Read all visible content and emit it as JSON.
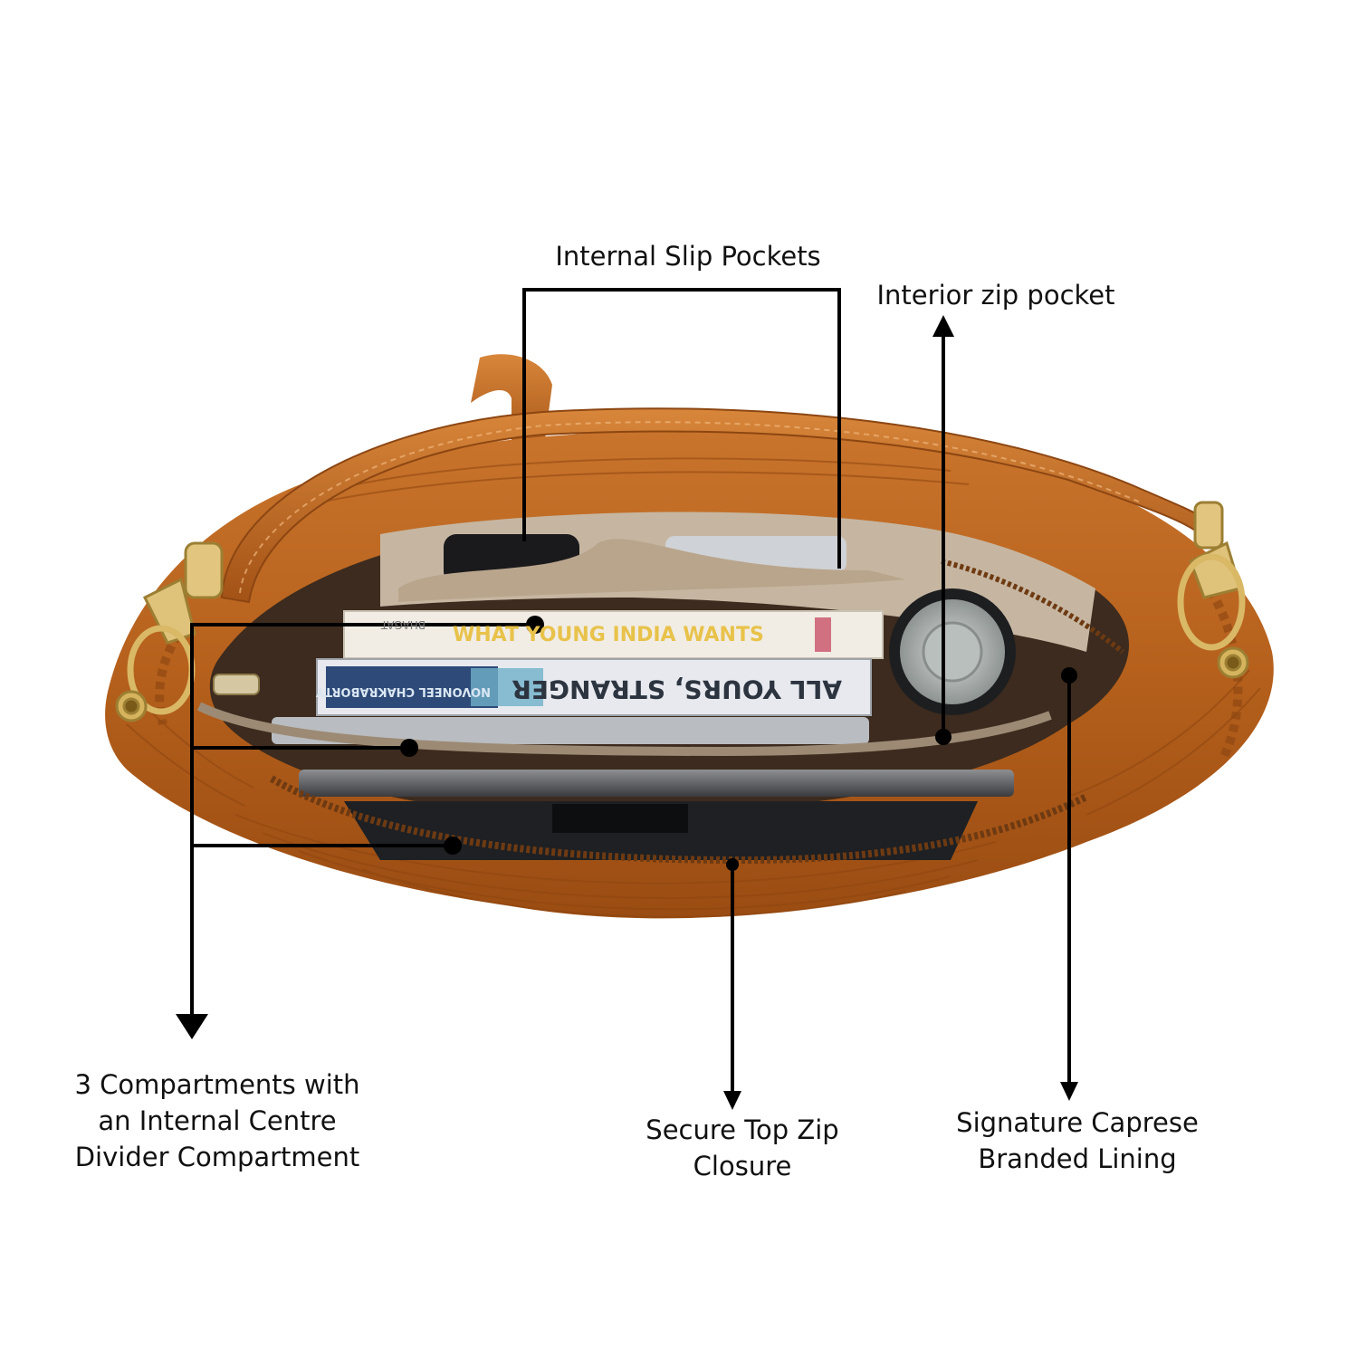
{
  "callouts": {
    "internal_slip_pockets": {
      "line1": "Internal Slip Pockets"
    },
    "interior_zip_pocket": {
      "line1": "Interior zip pocket"
    },
    "compartments": {
      "line1": "3 Compartments with",
      "line2": "an Internal Centre",
      "line3": "Divider Compartment"
    },
    "top_zip": {
      "line1": "Secure Top Zip",
      "line2": "Closure"
    },
    "lining": {
      "line1": "Signature Caprese",
      "line2": "Branded Lining"
    }
  },
  "book_spines": {
    "book1": "WHAT YOUNG INDIA WANTS",
    "book1_author": "BHAGAT",
    "book2": "ALL YOURS, STRANGER",
    "book2_author": "NOVONEEL CHAKRABORTY"
  },
  "colors": {
    "leather": "#b8621e",
    "leather_dark": "#7a3a0c",
    "lining": "#bfae98",
    "annotation": "#000000"
  }
}
